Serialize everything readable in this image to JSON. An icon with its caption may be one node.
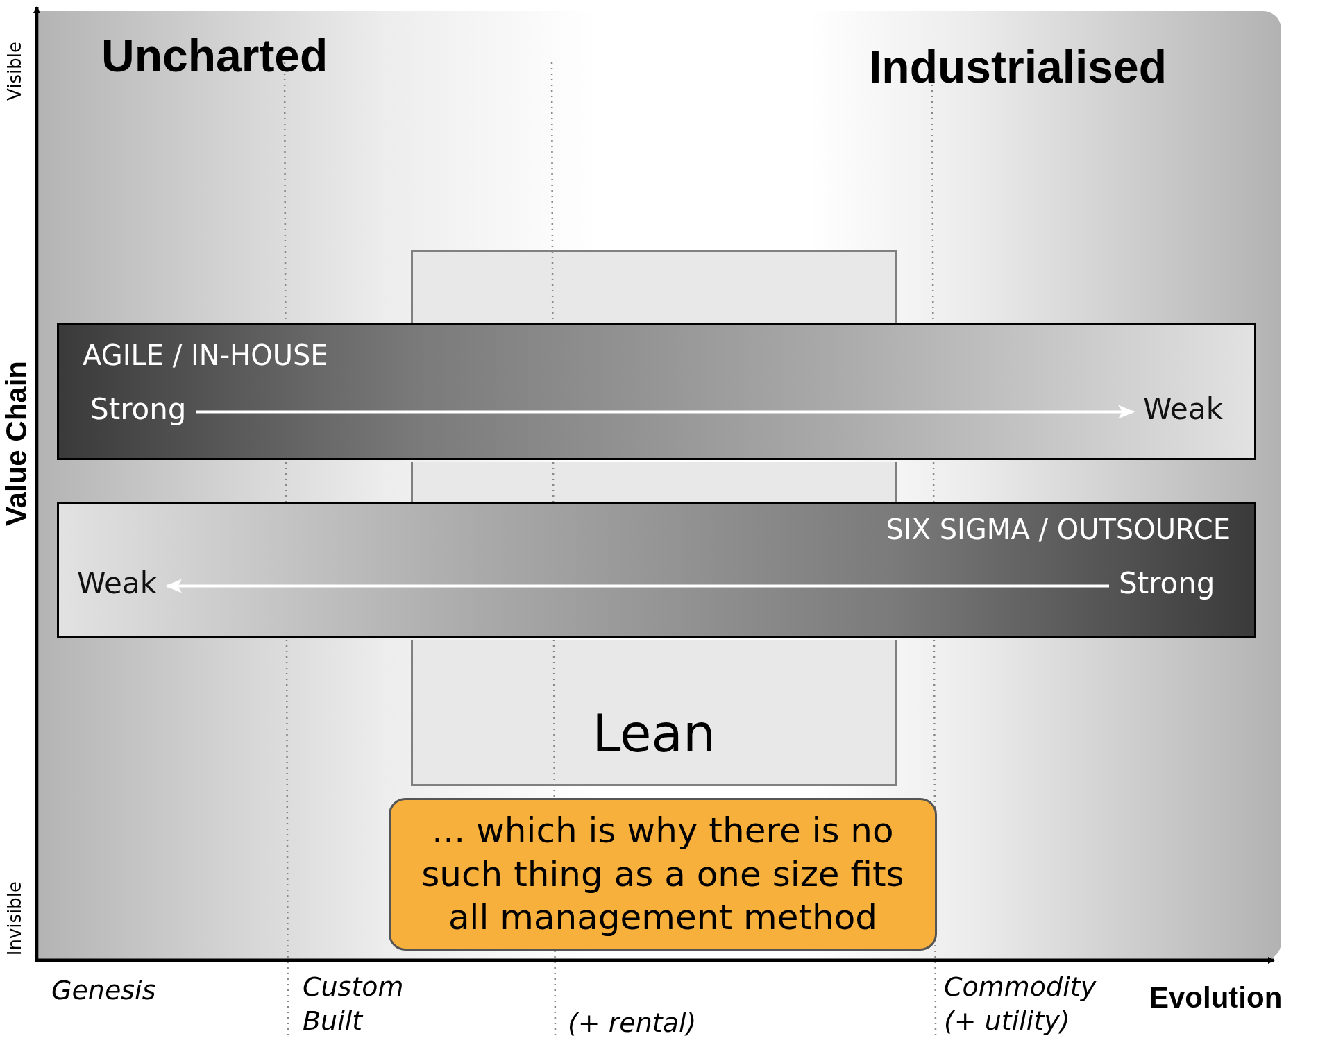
{
  "diagram": {
    "nodes": [
      {
        "text": [
          "AGILE / IN-HOUSE"
        ]
      },
      {
        "text": [
          "Strong"
        ],
        "in": 0
      },
      {
        "text": [
          "Weak"
        ],
        "in": 0
      },
      {
        "text": [
          "SIX SIGMA / OUTSOURCE"
        ]
      },
      {
        "text": [
          "Weak"
        ],
        "in": 3
      },
      {
        "text": [
          "Strong"
        ],
        "in": 3
      },
      {
        "text": [
          "Lean"
        ]
      },
      {
        "text": [
          "... which is why there is no such thing as a one size fits all management method"
        ]
      }
    ],
    "edges": [
      {
        "from": 1,
        "to": 2,
        "arrow": "to"
      },
      {
        "from": 5,
        "to": 4,
        "arrow": "to"
      }
    ],
    "labels": [
      "Uncharted",
      "Industrialised",
      "Visible",
      "Value Chain",
      "Invisible",
      "Genesis",
      "Custom Built",
      "(+ rental)",
      "Commodity (+ utility)",
      "Evolution"
    ]
  }
}
